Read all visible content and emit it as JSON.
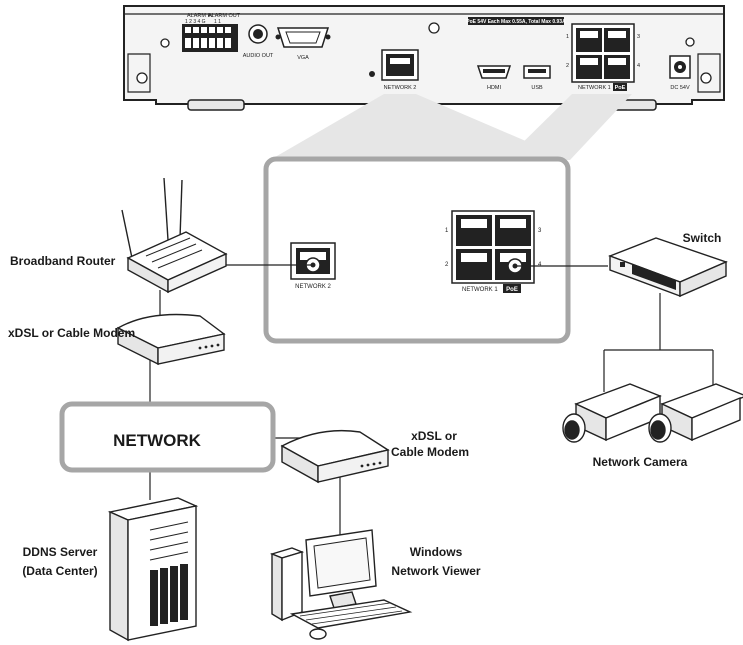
{
  "recorder": {
    "alarm_in_label": "ALARM IN",
    "alarm_in_pins": "1 2 3 4 G",
    "alarm_out_label": "ALARM OUT",
    "alarm_out_pins": "1 1",
    "audio_out_label": "AUDIO OUT",
    "vga_label": "VGA",
    "network2_label": "NETWORK 2",
    "poe_spec": "PoE 54V Each Max 0.55A, Total Max 0.93A",
    "hdmi_label": "HDMI",
    "usb_label": "USB",
    "network1_label": "NETWORK 1",
    "poe_badge": "PoE",
    "dc_label": "DC 54V",
    "port_numbers": [
      "1",
      "2",
      "3",
      "4"
    ]
  },
  "zoom": {
    "network2_label": "NETWORK 2",
    "network1_label": "NETWORK 1",
    "poe_badge": "PoE",
    "port_numbers": [
      "1",
      "2",
      "3",
      "4"
    ]
  },
  "devices": {
    "router": "Broadband Router",
    "modem_left": "xDSL or Cable Modem",
    "network": "NETWORK",
    "modem_right_line1": "xDSL or",
    "modem_right_line2": "Cable Modem",
    "ddns_line1": "DDNS Server",
    "ddns_line2": "(Data Center)",
    "viewer_line1": "Windows",
    "viewer_line2": "Network Viewer",
    "switch": "Switch",
    "camera": "Network Camera"
  }
}
